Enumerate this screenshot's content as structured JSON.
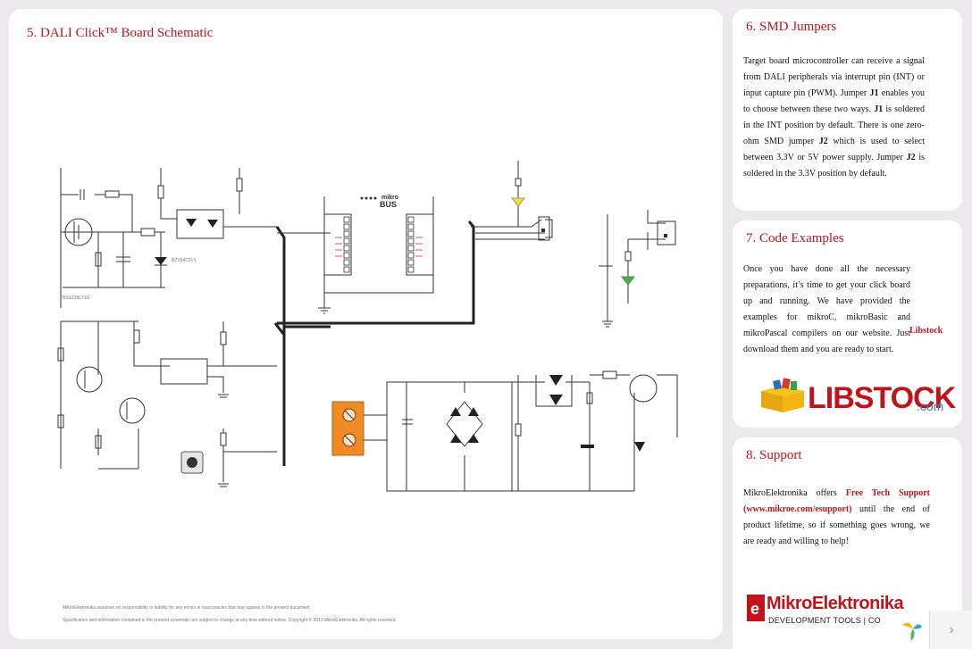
{
  "schematic": {
    "title": "5. DALI Click™ Board Schematic",
    "mikrobus_top": "mikro",
    "mikrobus_bottom": "BUS",
    "footer_line1": "MikroElektronika assumes no responsibility or liability for any errors or inaccuracies that may appear in the present document.",
    "footer_line2": "Specification and information contained in the present schematic are subject to change at any time without notice. Copyright © 2013 MikroElektronika. All rights reserved."
  },
  "jumpers": {
    "heading": "6. SMD Jumpers",
    "t1": "Target board microcontroller can receive a signal from DALI peripherals via interrupt pin (INT) or input capture pin (PWM). Jumper ",
    "j1a": "J1",
    "t2": " enables you to choose between these two ways. ",
    "j1b": "J1",
    "t3": " is soldered in the INT position by default. There is one zero-ohm SMD jumper ",
    "j2a": "J2",
    "t4": " which is used to select between 3.3V or 5V power supply. Jumper ",
    "j2b": "J2",
    "t5": " is soldered in the 3.3V position by default."
  },
  "code": {
    "heading": "7. Code Examples",
    "text": "Once you have done all the necessary preparations, it’s time to get your click board up and running. We have provided the examples for mikroC, mikroBasic and mikroPascal compilers on our",
    "link": "Libstock",
    "text2": "website. Just download them and you are ready to start.",
    "logo_word": "LIBSTOCK",
    "logo_suffix": ".com"
  },
  "support": {
    "heading": "8. Support",
    "t1": "MikroElektronika offers ",
    "link1": "Free Tech Support",
    "link2": "(www.mikroe.com/esupport)",
    "t2": " until the end of product lifetime, so if something goes wrong, we are ready and willing to help!",
    "brand": "MikroElektronika",
    "tagline": "DEVELOPMENT TOOLS | CO"
  },
  "nav": {
    "next_label": "›"
  },
  "colors": {
    "accent": "#c0141b",
    "terminal": "#f08a24",
    "led_yellow": "#f3e21a",
    "led_green": "#3db63d"
  }
}
